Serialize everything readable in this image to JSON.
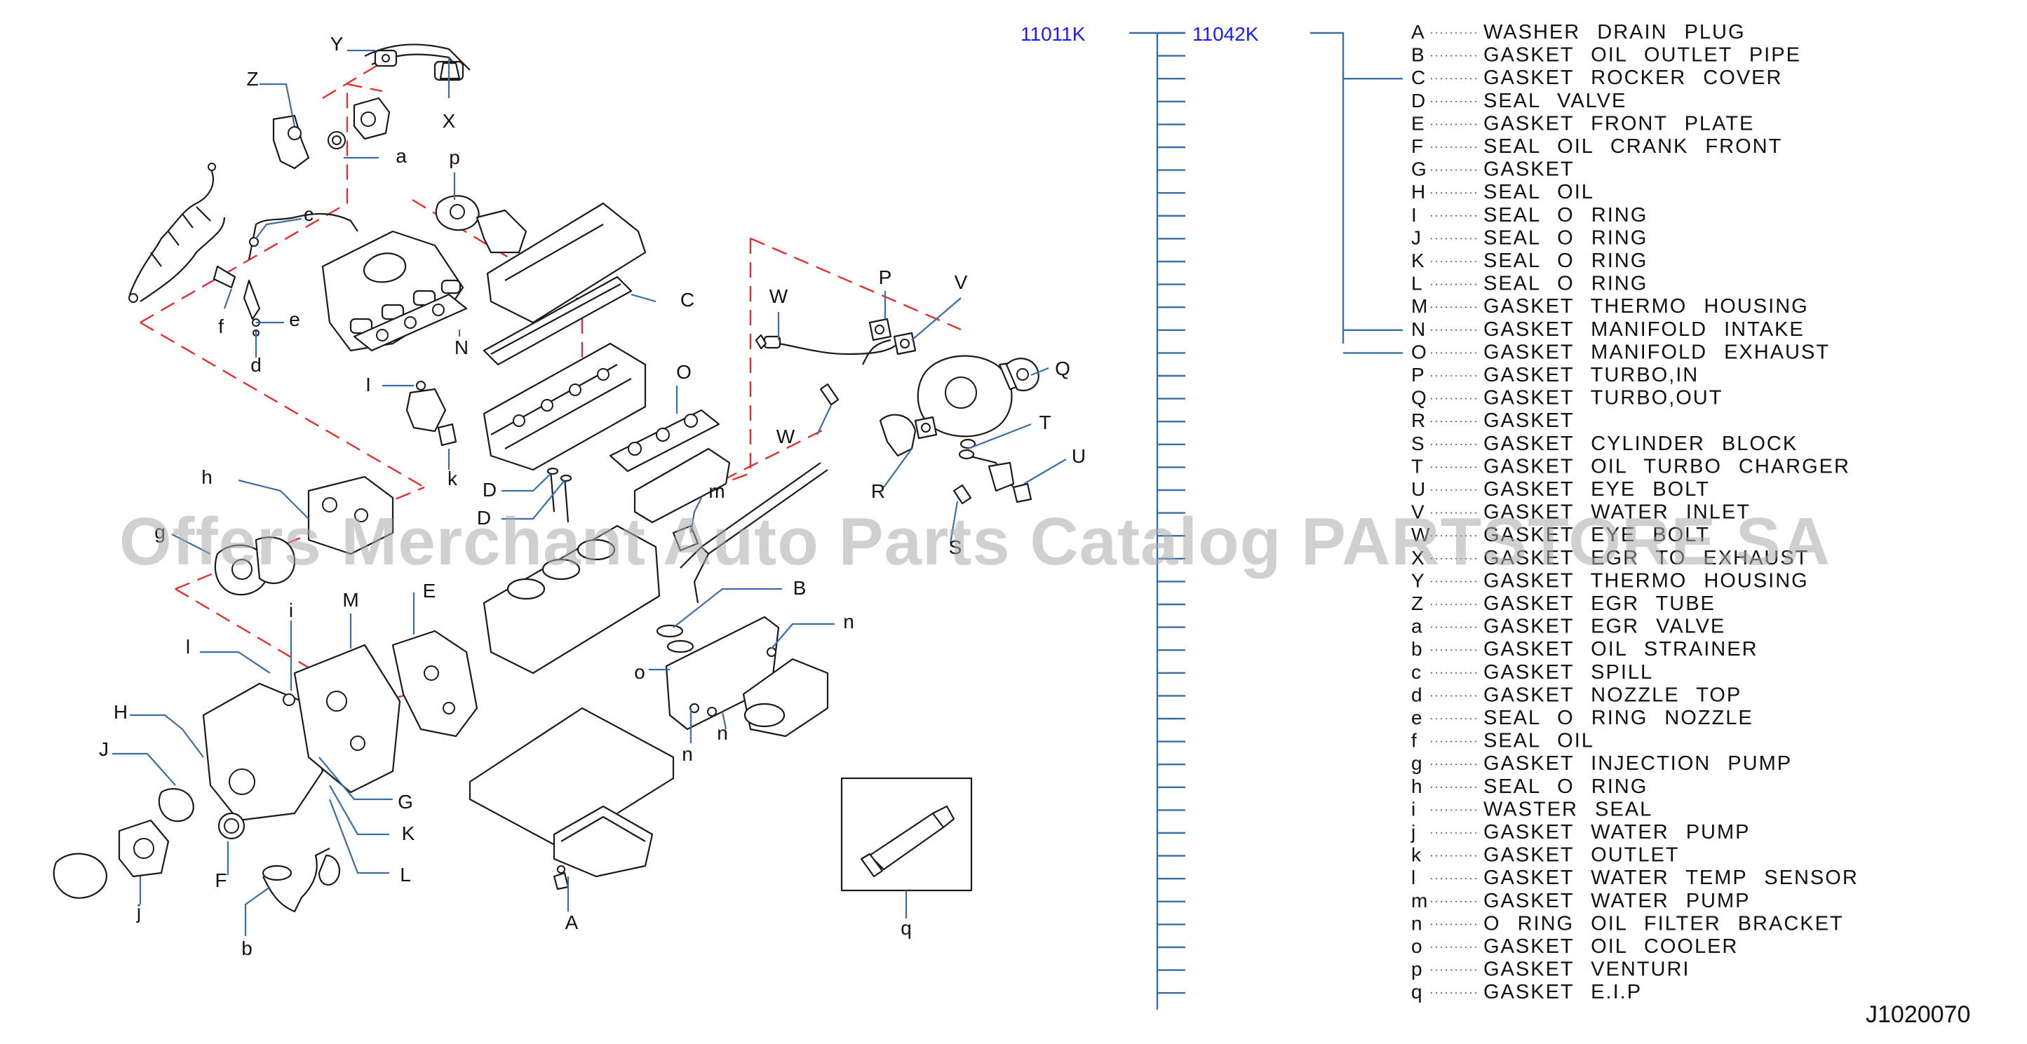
{
  "diagram": {
    "ref_code": "J1020070",
    "watermark": "Offers Merchant Auto Parts Catalog PARTSTORE.SA",
    "codes": {
      "primary": "11011K",
      "secondary": "11042K"
    },
    "parts": [
      {
        "letter": "A",
        "name": "WASHER DRAIN PLUG"
      },
      {
        "letter": "B",
        "name": "GASKET OIL OUTLET PIPE"
      },
      {
        "letter": "C",
        "name": "GASKET ROCKER COVER"
      },
      {
        "letter": "D",
        "name": "SEAL VALVE"
      },
      {
        "letter": "E",
        "name": "GASKET FRONT PLATE"
      },
      {
        "letter": "F",
        "name": "SEAL OIL CRANK FRONT"
      },
      {
        "letter": "G",
        "name": "GASKET"
      },
      {
        "letter": "H",
        "name": "SEAL OIL"
      },
      {
        "letter": "I",
        "name": "SEAL O RING"
      },
      {
        "letter": "J",
        "name": "SEAL O RING"
      },
      {
        "letter": "K",
        "name": "SEAL O RING"
      },
      {
        "letter": "L",
        "name": "SEAL O RING"
      },
      {
        "letter": "M",
        "name": "GASKET THERMO HOUSING"
      },
      {
        "letter": "N",
        "name": "GASKET MANIFOLD INTAKE"
      },
      {
        "letter": "O",
        "name": "GASKET MANIFOLD EXHAUST"
      },
      {
        "letter": "P",
        "name": "GASKET TURBO,IN"
      },
      {
        "letter": "Q",
        "name": "GASKET TURBO,OUT"
      },
      {
        "letter": "R",
        "name": "GASKET"
      },
      {
        "letter": "S",
        "name": "GASKET CYLINDER BLOCK"
      },
      {
        "letter": "T",
        "name": "GASKET OIL TURBO CHARGER"
      },
      {
        "letter": "U",
        "name": "GASKET EYE BOLT"
      },
      {
        "letter": "V",
        "name": "GASKET WATER INLET"
      },
      {
        "letter": "W",
        "name": "GASKET EYE BOLT"
      },
      {
        "letter": "X",
        "name": "GASKET EGR TO EXHAUST"
      },
      {
        "letter": "Y",
        "name": "GASKET THERMO HOUSING"
      },
      {
        "letter": "Z",
        "name": "GASKET EGR TUBE"
      },
      {
        "letter": "a",
        "name": "GASKET EGR VALVE"
      },
      {
        "letter": "b",
        "name": "GASKET OIL STRAINER"
      },
      {
        "letter": "c",
        "name": "GASKET SPILL"
      },
      {
        "letter": "d",
        "name": "GASKET NOZZLE TOP"
      },
      {
        "letter": "e",
        "name": "SEAL O RING NOZZLE"
      },
      {
        "letter": "f",
        "name": "SEAL OIL"
      },
      {
        "letter": "g",
        "name": "GASKET INJECTION PUMP"
      },
      {
        "letter": "h",
        "name": "SEAL O RING"
      },
      {
        "letter": "i",
        "name": "WASTER SEAL"
      },
      {
        "letter": "j",
        "name": "GASKET WATER PUMP"
      },
      {
        "letter": "k",
        "name": "GASKET OUTLET"
      },
      {
        "letter": "l",
        "name": "GASKET WATER TEMP SENSOR"
      },
      {
        "letter": "m",
        "name": "GASKET WATER PUMP"
      },
      {
        "letter": "n",
        "name": "O RING OIL FILTER BRACKET"
      },
      {
        "letter": "o",
        "name": "GASKET OIL COOLER"
      },
      {
        "letter": "p",
        "name": "GASKET VENTURI"
      },
      {
        "letter": "q",
        "name": "GASKET E.I.P"
      }
    ],
    "callouts": [
      "Y",
      "X",
      "Z",
      "a",
      "p",
      "c",
      "f",
      "e",
      "d",
      "N",
      "C",
      "I",
      "k",
      "O",
      "D",
      "D",
      "h",
      "g",
      "M",
      "E",
      "i",
      "l",
      "H",
      "J",
      "F",
      "j",
      "b",
      "G",
      "K",
      "L",
      "m",
      "B",
      "o",
      "n",
      "n",
      "n",
      "A",
      "W",
      "P",
      "V",
      "Q",
      "W",
      "T",
      "R",
      "U",
      "S",
      "q"
    ]
  }
}
